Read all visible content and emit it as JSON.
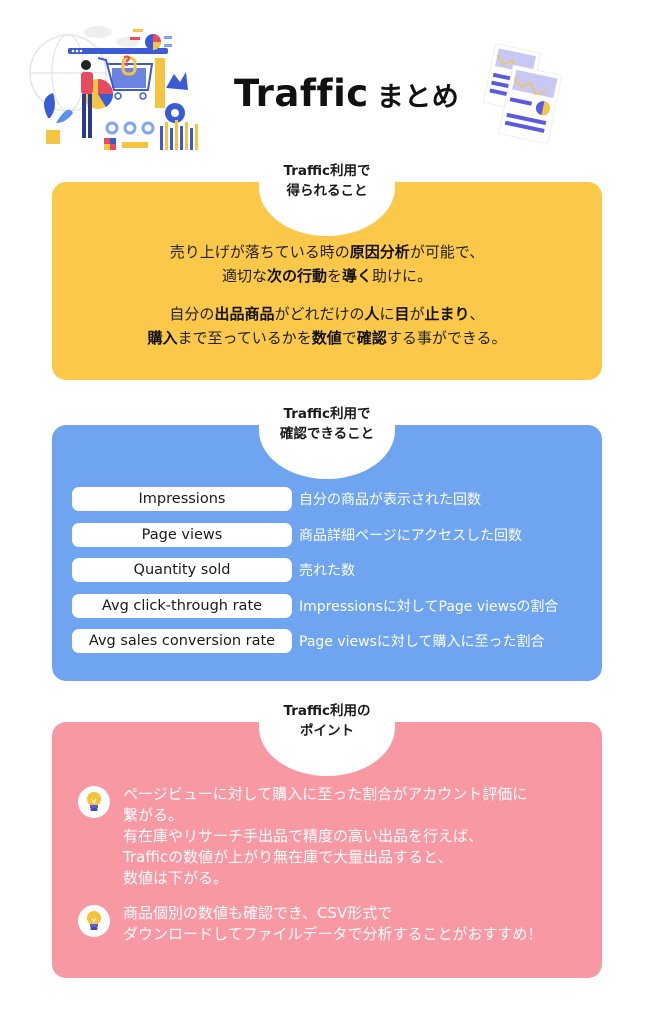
{
  "header": {
    "title": "Traffic",
    "title_suffix": "まとめ",
    "illustration_left": "analytics-shopping-illustration",
    "illustration_right": "report-documents-illustration"
  },
  "colors": {
    "yellow_card": "#fcc84a",
    "blue_card": "#6fa4f0",
    "pink_card": "#f898a3",
    "tab_background": "#ffffff"
  },
  "benefits": {
    "tab_line1": "Traffic利用で",
    "tab_line2": "得られること",
    "paragraphs": [
      {
        "lines": [
          [
            {
              "text": "売り上げが落ちている時の",
              "bold": false
            },
            {
              "text": "原因分析",
              "bold": true
            },
            {
              "text": "が可能で、",
              "bold": false
            }
          ],
          [
            {
              "text": "適切な",
              "bold": false
            },
            {
              "text": "次の行動",
              "bold": true
            },
            {
              "text": "を",
              "bold": false
            },
            {
              "text": "導く",
              "bold": true
            },
            {
              "text": "助けに。",
              "bold": false
            }
          ]
        ]
      },
      {
        "lines": [
          [
            {
              "text": "自分の",
              "bold": false
            },
            {
              "text": "出品商品",
              "bold": true
            },
            {
              "text": "がどれだけの",
              "bold": false
            },
            {
              "text": "人",
              "bold": true
            },
            {
              "text": "に",
              "bold": false
            },
            {
              "text": "目",
              "bold": true
            },
            {
              "text": "が",
              "bold": false
            },
            {
              "text": "止まり",
              "bold": true
            },
            {
              "text": "、",
              "bold": false
            }
          ],
          [
            {
              "text": "購入",
              "bold": true
            },
            {
              "text": "まで至っているかを",
              "bold": false
            },
            {
              "text": "数値",
              "bold": true
            },
            {
              "text": "で",
              "bold": false
            },
            {
              "text": "確認",
              "bold": true
            },
            {
              "text": "する事ができる。",
              "bold": false
            }
          ]
        ]
      }
    ]
  },
  "metrics": {
    "tab_line1": "Traffic利用で",
    "tab_line2": "確認できること",
    "items": [
      {
        "label": "Impressions",
        "description": "自分の商品が表示された回数"
      },
      {
        "label": "Page views",
        "description": "商品詳細ページにアクセスした回数"
      },
      {
        "label": "Quantity sold",
        "description": "売れた数"
      },
      {
        "label": "Avg click-through rate",
        "description": "Impressionsに対してPage viewsの割合"
      },
      {
        "label": "Avg sales conversion rate",
        "description": "Page viewsに対して購入に至った割合"
      }
    ]
  },
  "points": {
    "tab_line1": "Traffic利用の",
    "tab_line2": "ポイント",
    "icon": "lightbulb-icon",
    "items": [
      {
        "lines": [
          "ページビューに対して購入に至った割合がアカウント評価に",
          "繋がる。",
          "有在庫やリサーチ手出品で精度の高い出品を行えば、",
          "Trafficの数値が上がり無在庫で大量出品すると、",
          "数値は下がる。"
        ]
      },
      {
        "lines": [
          "商品個別の数値も確認でき、CSV形式で",
          "ダウンロードしてファイルデータで分析することがおすすめ！"
        ]
      }
    ]
  }
}
